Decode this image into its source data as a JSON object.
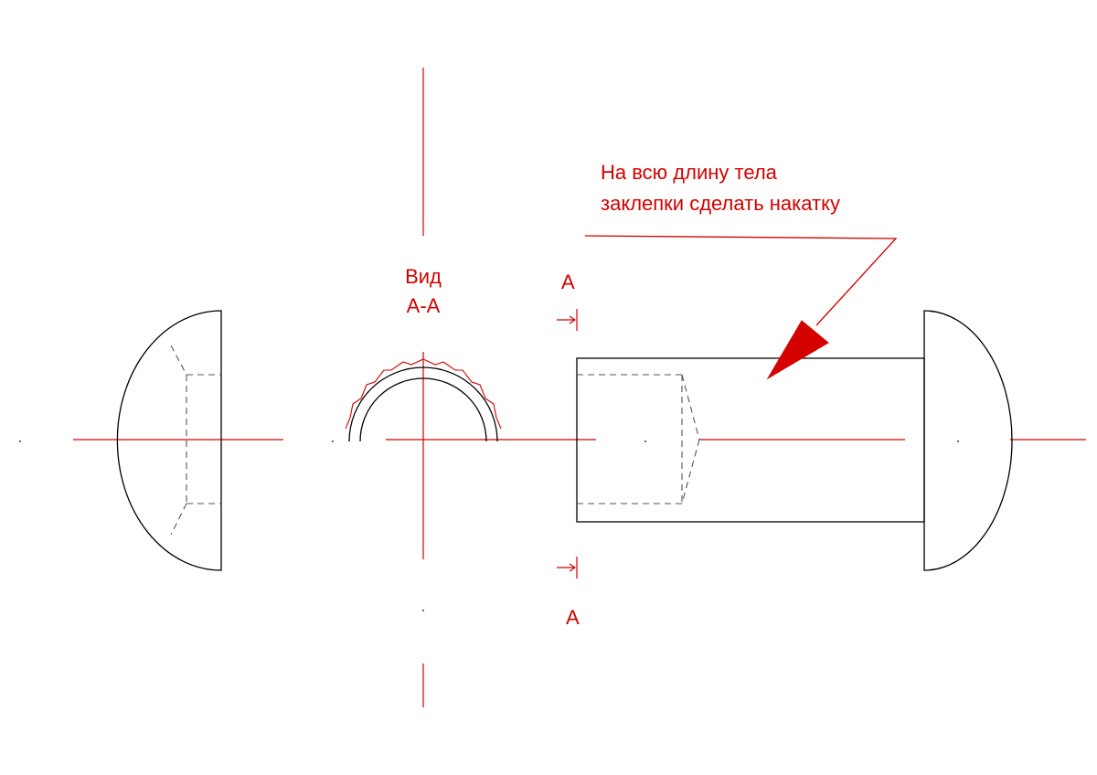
{
  "annotation": {
    "note_line_1": "На всю длину тела",
    "note_line_2": "заклепки сделать накатку"
  },
  "view_label": {
    "line_1": "Вид",
    "line_2": "А-А"
  },
  "section_marks": {
    "top": "А",
    "bottom": "А"
  },
  "colors": {
    "annotation": "#d40000",
    "geometry": "#000000",
    "hidden_lines": "#555555"
  }
}
